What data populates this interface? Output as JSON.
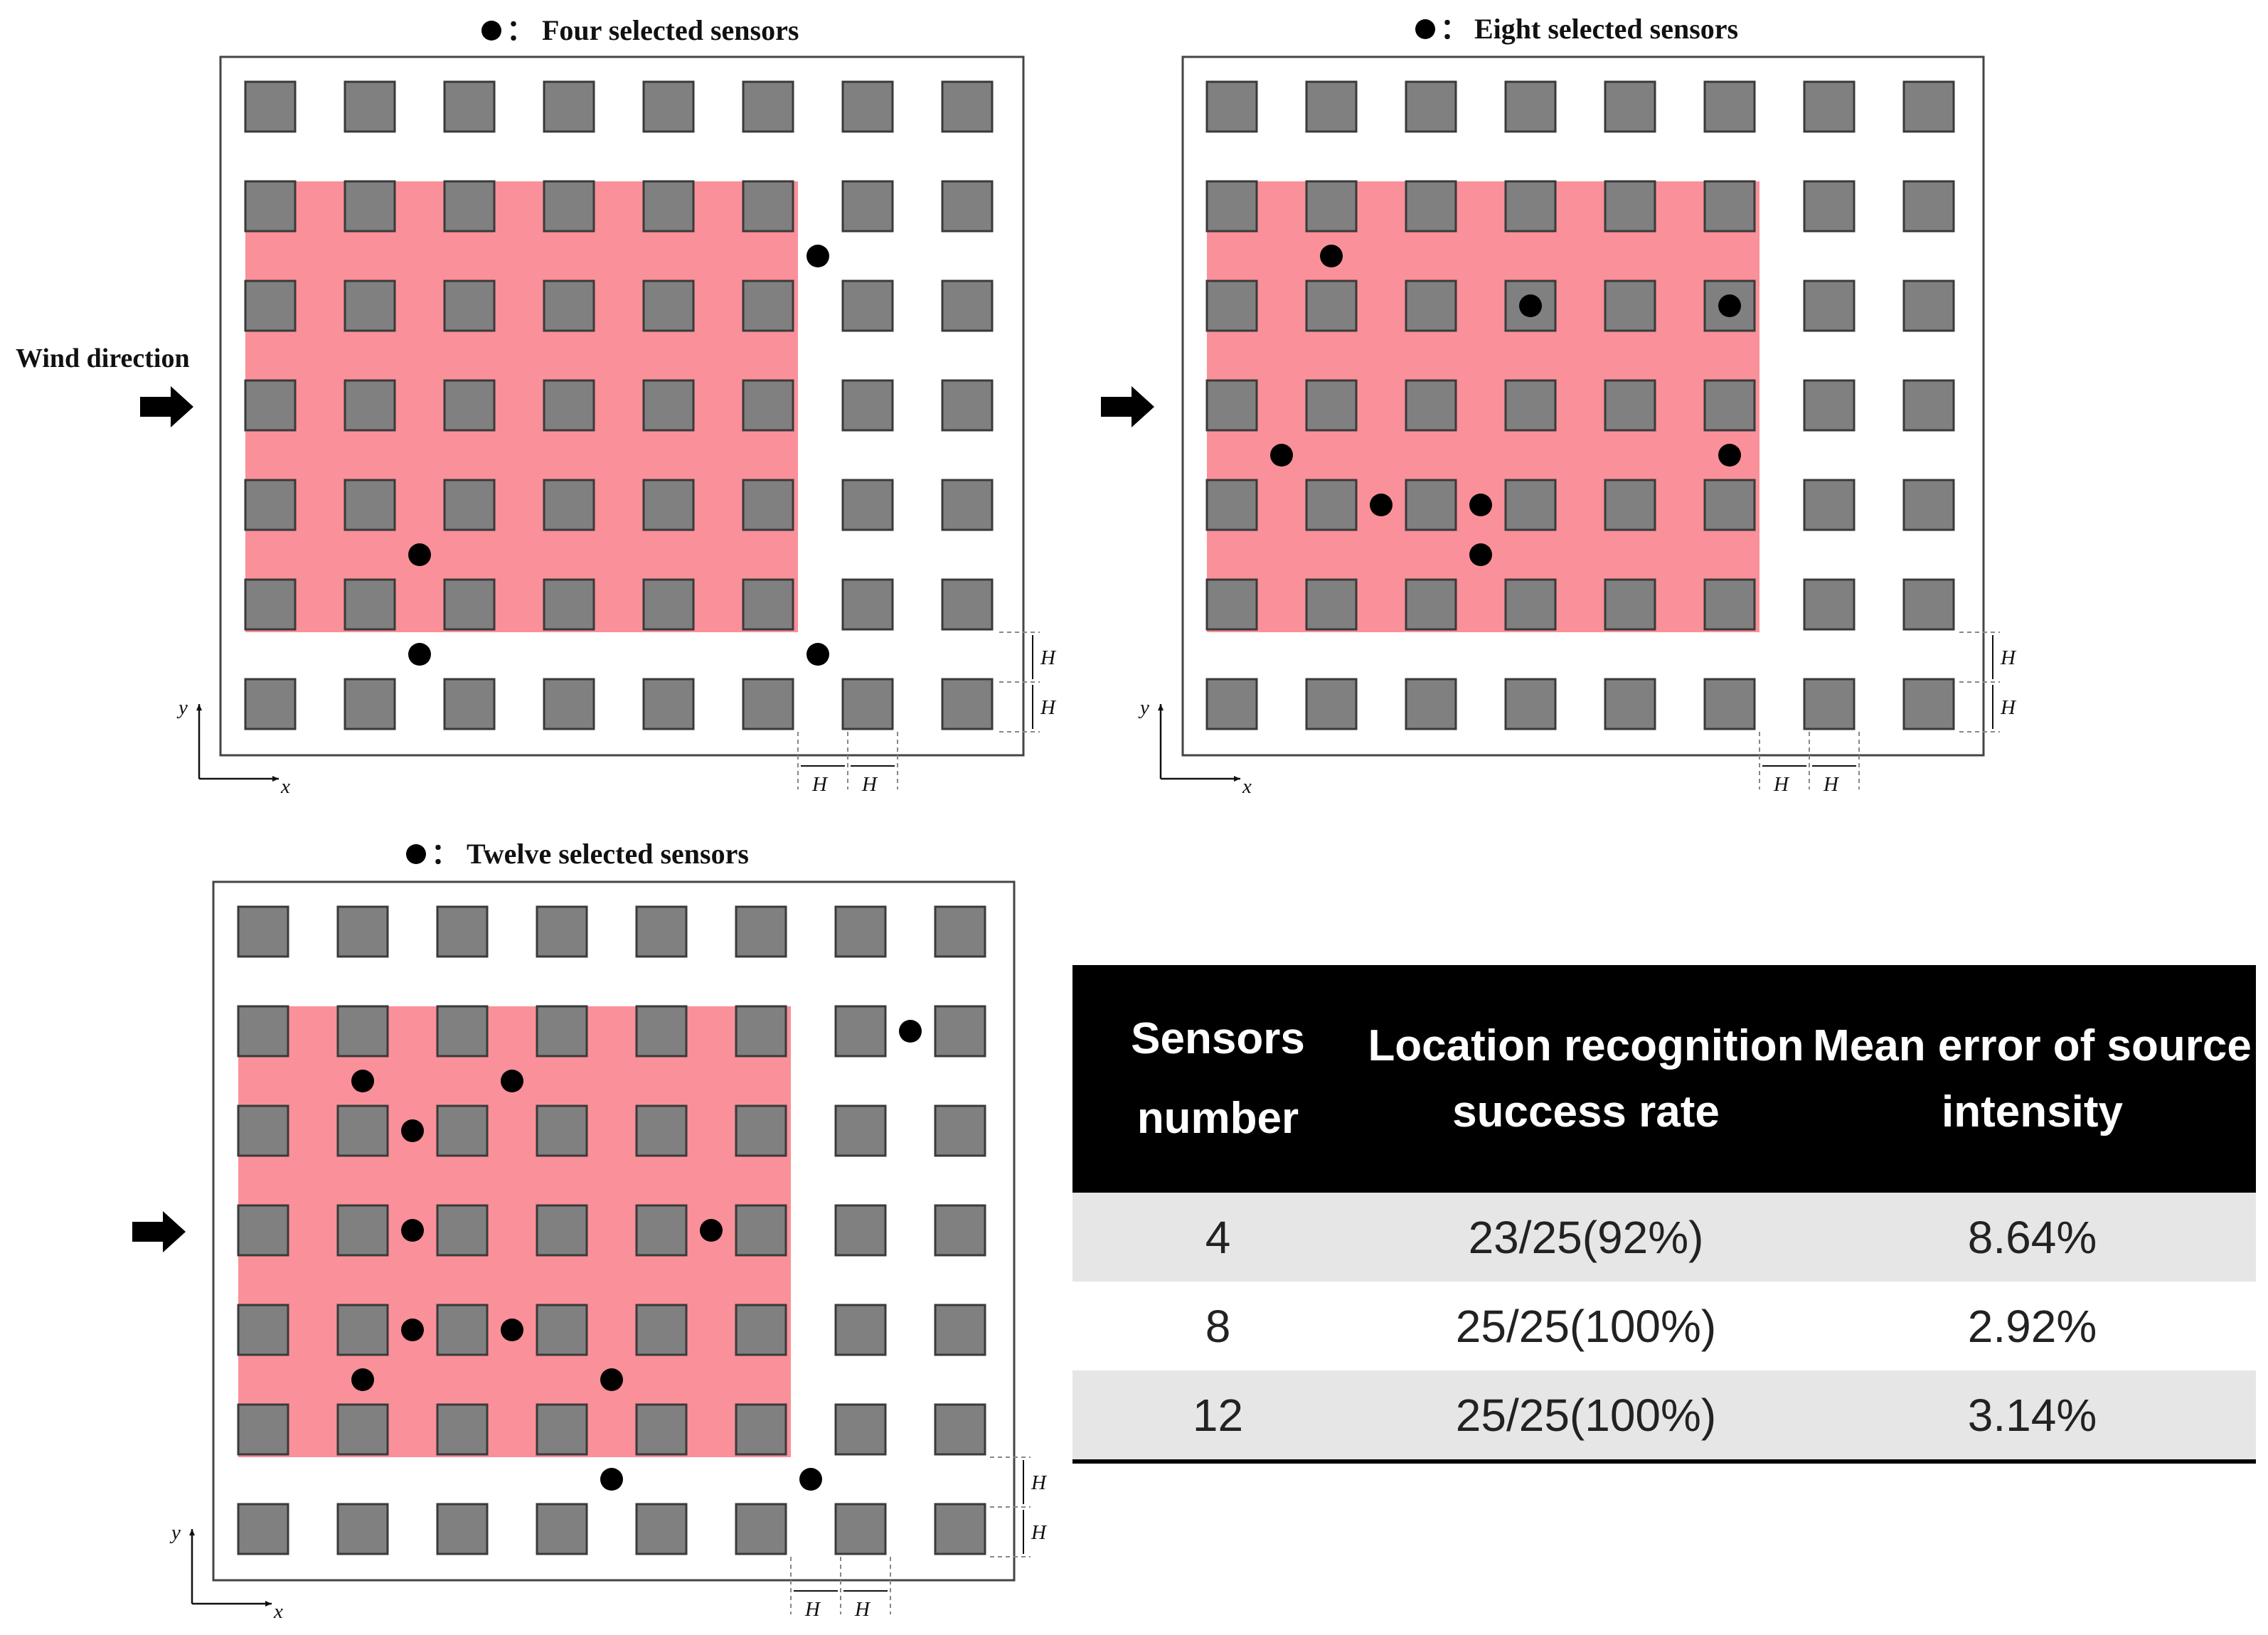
{
  "colors": {
    "building_fill": "#808080",
    "building_stroke": "#3a3a3a",
    "region_fill": "#fa9099",
    "sensor": "#000000",
    "table_header_bg": "#000000",
    "table_row_shade": "#e6e6e6"
  },
  "wind_label": "Wind direction",
  "dim_label": "H",
  "axis_x": "x",
  "axis_y": "y",
  "legend_separator": "：",
  "panels": [
    {
      "caption": "Four selected sensors",
      "sensors": [
        [
          5.5,
          0.5
        ],
        [
          5.5,
          4.5
        ],
        [
          1.5,
          3.5
        ],
        [
          1.5,
          4.5
        ]
      ]
    },
    {
      "caption": "Eight selected sensors",
      "sensors": [
        [
          1,
          0.5
        ],
        [
          3,
          1
        ],
        [
          5,
          1
        ],
        [
          0.5,
          2.5
        ],
        [
          5,
          2.5
        ],
        [
          1.5,
          3
        ],
        [
          2.5,
          3
        ],
        [
          2.5,
          3.5
        ]
      ]
    },
    {
      "caption": "Twelve selected sensors",
      "sensors": [
        [
          6.5,
          0
        ],
        [
          1,
          0.5
        ],
        [
          2.5,
          0.5
        ],
        [
          1.5,
          1
        ],
        [
          1.5,
          2
        ],
        [
          4.5,
          2
        ],
        [
          1.5,
          3
        ],
        [
          2.5,
          3
        ],
        [
          1,
          3.5
        ],
        [
          3.5,
          3.5
        ],
        [
          3.5,
          4.5
        ],
        [
          5.5,
          4.5
        ]
      ]
    }
  ],
  "table": {
    "header": {
      "col1_line1": "Sensors",
      "col1_line2": "number",
      "col2": "Location recognition success rate",
      "col3": "Mean error of source intensity"
    },
    "rows": [
      {
        "sensors": "4",
        "success": "23/25(92%)",
        "error": "8.64%"
      },
      {
        "sensors": "8",
        "success": "25/25(100%)",
        "error": "2.92%"
      },
      {
        "sensors": "12",
        "success": "25/25(100%)",
        "error": "3.14%"
      }
    ]
  }
}
